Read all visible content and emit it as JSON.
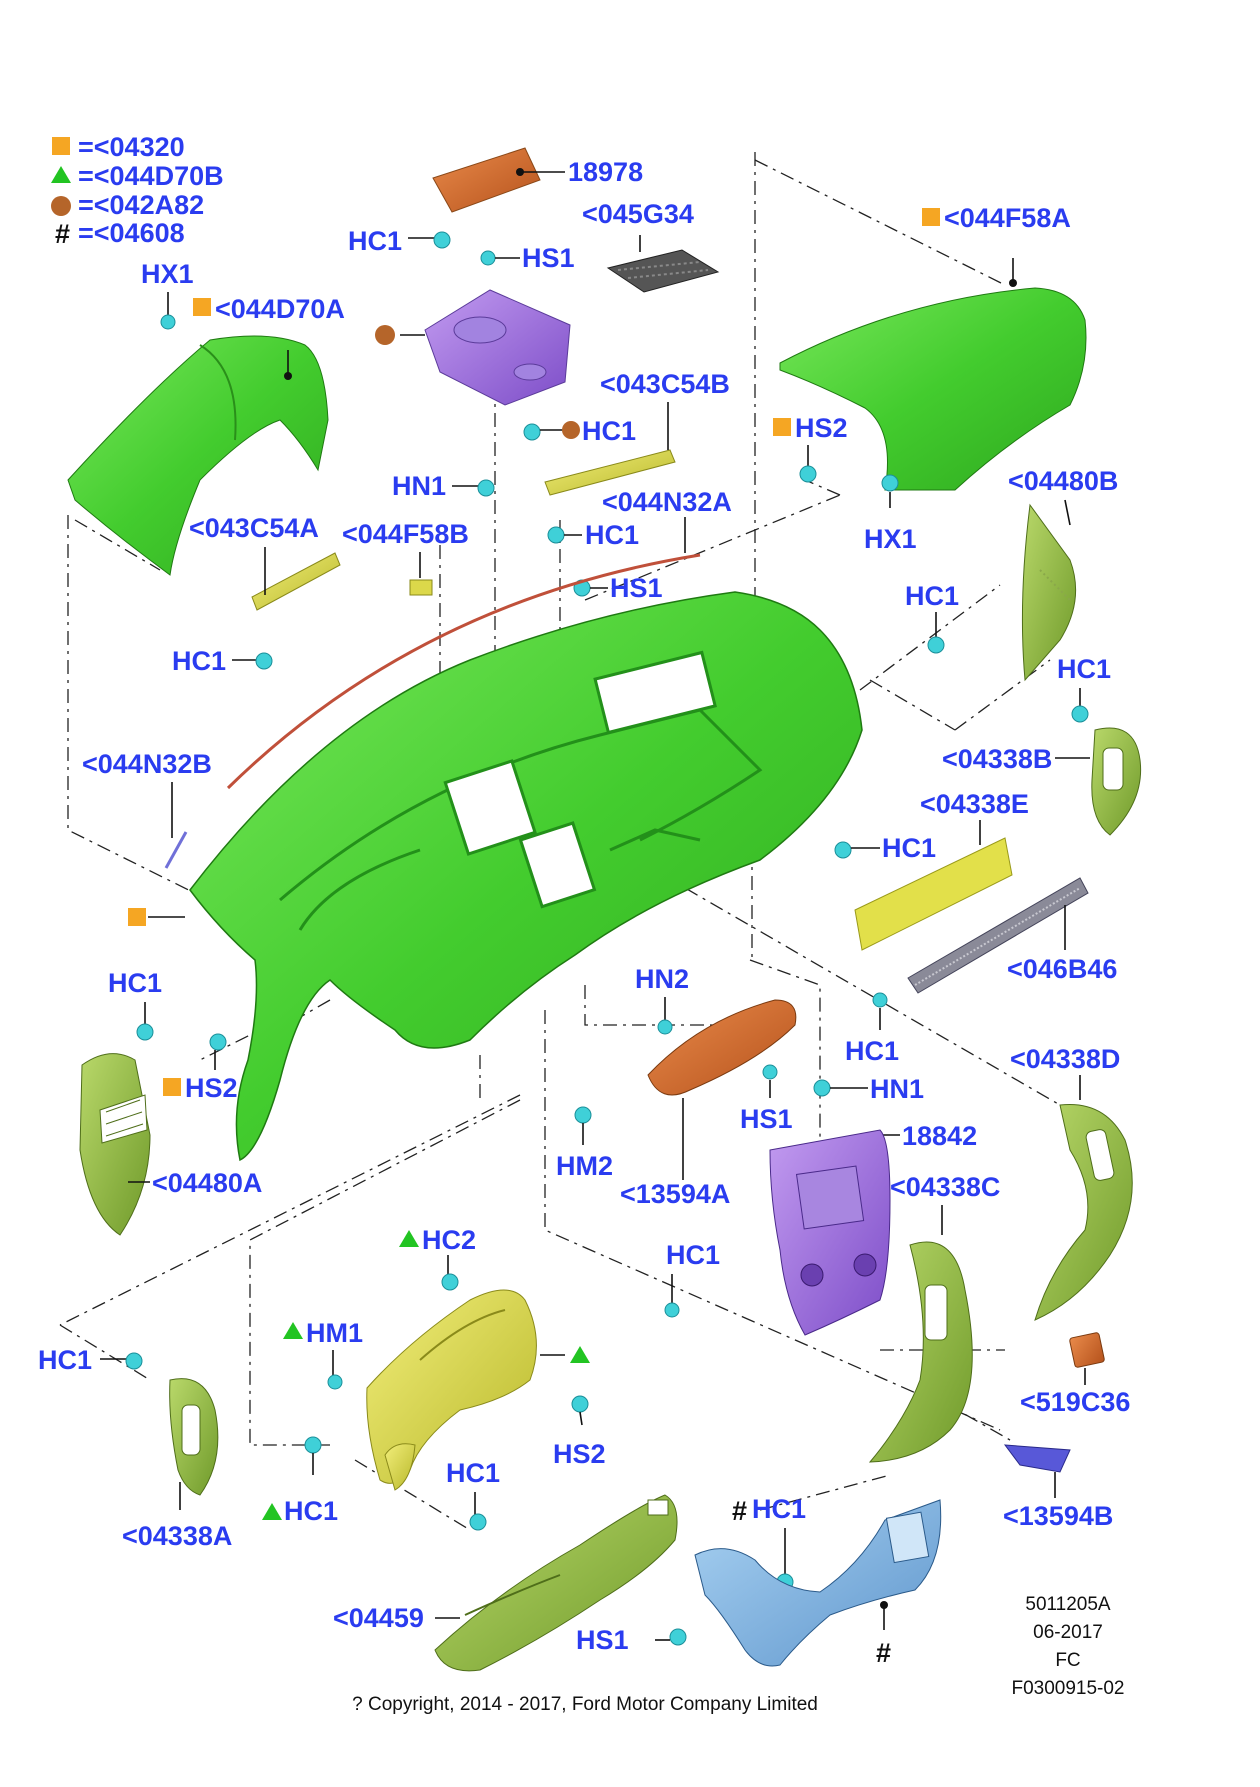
{
  "legend": [
    {
      "marker": "square",
      "color": "#f5a623",
      "text": "=<04320"
    },
    {
      "marker": "triangle",
      "color": "#22c422",
      "text": "=<044D70B"
    },
    {
      "marker": "circle",
      "color": "#b5652a",
      "text": "=<042A82"
    },
    {
      "marker": "hash",
      "color": "#111111",
      "symbol": "#",
      "text": "=<04608"
    }
  ],
  "callouts": {
    "p18978": "18978",
    "p045G34": "<045G34",
    "p044F58A": "<044F58A",
    "hc1_top": "HC1",
    "hs1_top": "HS1",
    "hx1_left": "HX1",
    "p044D70A": "<044D70A",
    "p043C54B": "<043C54B",
    "hc1_tray": "HC1",
    "hs2_right": "HS2",
    "hn1_left": "HN1",
    "p044N32A": "<044N32A",
    "hc1_mid": "HC1",
    "hx1_right": "HX1",
    "p04480B": "<04480B",
    "p043C54A": "<043C54A",
    "p044F58B": "<044F58B",
    "hs1_mid": "HS1",
    "hc1_right": "HC1",
    "hc1_left": "HC1",
    "hc1_far_right": "HC1",
    "p044N32B": "<044N32B",
    "p04338B": "<04338B",
    "p04338E": "<04338E",
    "hc1_center_right": "HC1",
    "p046B46": "<046B46",
    "hc1_lower_left": "HC1",
    "hn2": "HN2",
    "hc1_lower_right": "HC1",
    "hs2_left": "HS2",
    "hn1_lower": "HN1",
    "p04338D": "<04338D",
    "hs1_lower": "HS1",
    "p18842": "18842",
    "p04480A": "<04480A",
    "hm2": "HM2",
    "p13594A": "<13594A",
    "p04338C": "<04338C",
    "hc2": "HC2",
    "hc1_bottom_mid": "HC1",
    "hm1": "HM1",
    "hc1_bottom_left": "HC1",
    "p519C36": "<519C36",
    "hs2_bottom": "HS2",
    "hc1_tri": "HC1",
    "hc1_glove": "HC1",
    "p13594B": "<13594B",
    "p04338A": "<04338A",
    "hash_symbol": "#",
    "hc1_hash": "HC1",
    "p04459": "<04459",
    "hs1_bottom": "HS1",
    "hash_bottom": "#"
  },
  "meta_block": [
    "5011205A",
    "06-2017",
    "FC",
    "F0300915-02"
  ],
  "copyright": "? Copyright, 2014 - 2017, Ford Motor Company Limited",
  "colors": {
    "label": "#2a3cf0",
    "dashboard": "#4fd63a",
    "orange": "#f5a623",
    "brown": "#b5652a",
    "purple": "#9b6fd8",
    "yellow": "#dcd84a",
    "clip": "#3fd0d8"
  }
}
